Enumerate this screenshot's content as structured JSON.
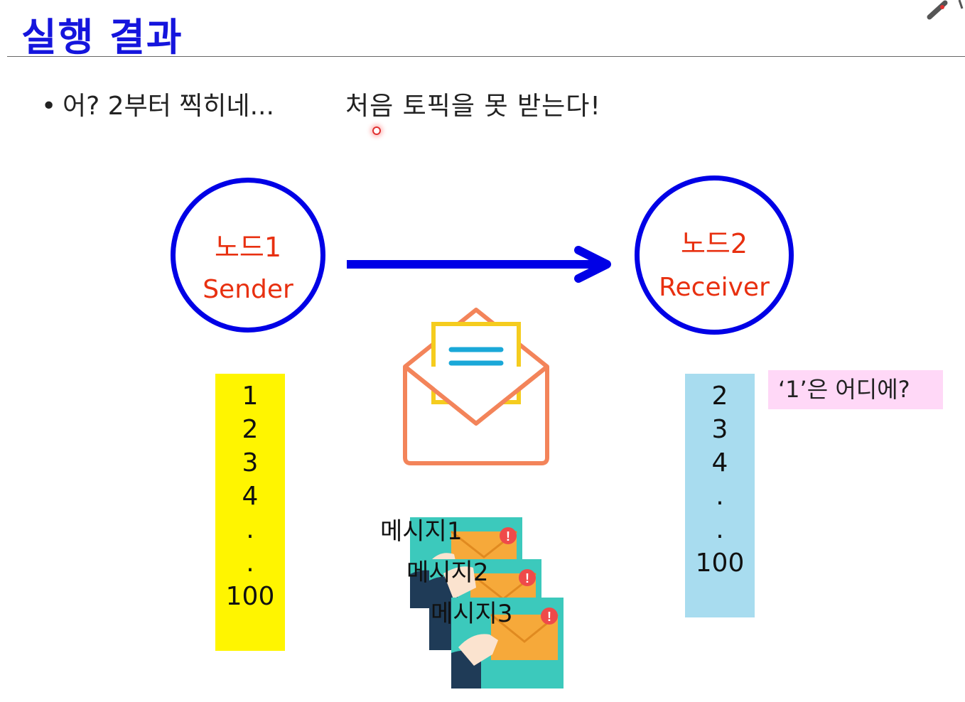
{
  "title": "실행 결과",
  "bullet": {
    "text": "어?  2부터 찍히네...",
    "text2": "처음 토픽을 못 받는다!"
  },
  "node1": {
    "title": "노드1",
    "role": "Sender"
  },
  "node2": {
    "title": "노드2",
    "role": "Receiver"
  },
  "sender_values": [
    "1",
    "2",
    "3",
    "4",
    ".",
    ".",
    "100"
  ],
  "receiver_values": [
    "2",
    "3",
    "4",
    ".",
    ".",
    "100"
  ],
  "question": "‘1’은 어디에?",
  "messages": [
    "메시지1",
    "메시지2",
    "메시지3"
  ],
  "colors": {
    "title": "#1515dd",
    "node_border": "#0000e6",
    "node_text": "#e83010",
    "arrow": "#0000e6",
    "sender_column": "#fff500",
    "receiver_column": "#a8dcef",
    "question_bg": "#ffd8f7",
    "card_bg": "#3cc9bc",
    "envelope_stroke": "#f3845a",
    "paper_border": "#f5cc1e",
    "paper_lines": "#1aa8d8"
  },
  "icons": {
    "envelope": "open-envelope-icon",
    "message_card": "envelope-in-hand-icon",
    "alert": "exclamation-badge-icon",
    "arrow": "right-arrow-icon"
  }
}
